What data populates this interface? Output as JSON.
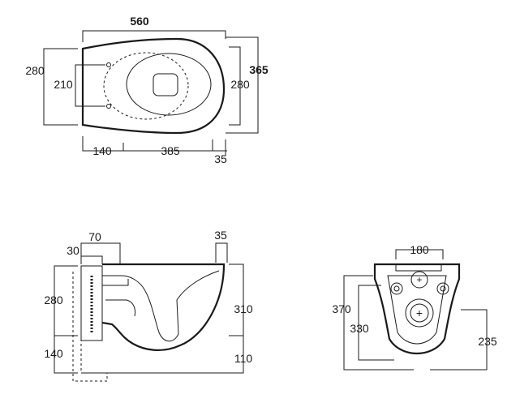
{
  "top_view": {
    "overall_length": "560",
    "overall_width": "365",
    "rear_width": "280",
    "fixing_spacing": "210",
    "front_width": "280",
    "fixing_offset": "140",
    "fixing_to_front": "385",
    "front_margin": "35"
  },
  "side_view": {
    "frame_depth_30": "30",
    "frame_depth_70": "70",
    "front_margin": "35",
    "height_upper": "280",
    "height_lower": "140",
    "bowl_height": "310",
    "floor_clearance": "110"
  },
  "rear_view": {
    "top_width": "180",
    "height_370": "370",
    "height_330": "330",
    "height_235": "235"
  }
}
